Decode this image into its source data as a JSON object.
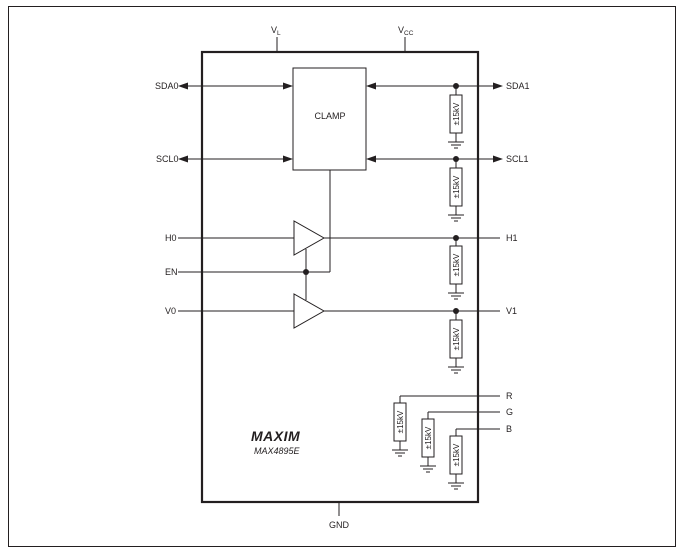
{
  "supply": {
    "vl": {
      "main": "V",
      "sub": "L"
    },
    "vcc": {
      "main": "V",
      "sub": "CC"
    },
    "gnd": "GND"
  },
  "ports": {
    "sda0": "SDA0",
    "scl0": "SCL0",
    "h0": "H0",
    "en": "EN",
    "v0": "V0",
    "sda1": "SDA1",
    "scl1": "SCL1",
    "h1": "H1",
    "v1": "V1",
    "r": "R",
    "g": "G",
    "b": "B"
  },
  "clamp": "CLAMP",
  "esd_label": "±15kV",
  "logo": "MAXIM",
  "part_number": "MAX4895E"
}
